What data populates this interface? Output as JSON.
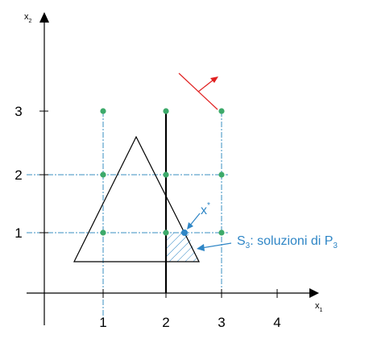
{
  "axes": {
    "x_label": "x",
    "x_sub": "1",
    "y_label": "x",
    "y_sub": "2"
  },
  "x_ticks": [
    "1",
    "2",
    "3",
    "4"
  ],
  "y_ticks": [
    "1",
    "2",
    "3"
  ],
  "lattice_points": [
    [
      1,
      1
    ],
    [
      2,
      1
    ],
    [
      3,
      1
    ],
    [
      1,
      2
    ],
    [
      2,
      2
    ],
    [
      3,
      2
    ],
    [
      1,
      3
    ],
    [
      2,
      3
    ],
    [
      3,
      3
    ]
  ],
  "optimum": {
    "label": "x",
    "sup": "*",
    "point": [
      2.3,
      1.0
    ]
  },
  "region_label": {
    "prefix": "S",
    "prefix_sub": "3",
    "text": ": soluzioni di P",
    "suffix_sub": "3"
  },
  "colors": {
    "point": "#3daa6a",
    "grid": "#3a8fc0",
    "accent_blue": "#2f86c6",
    "objective": "#e02020",
    "axis": "#000000"
  }
}
